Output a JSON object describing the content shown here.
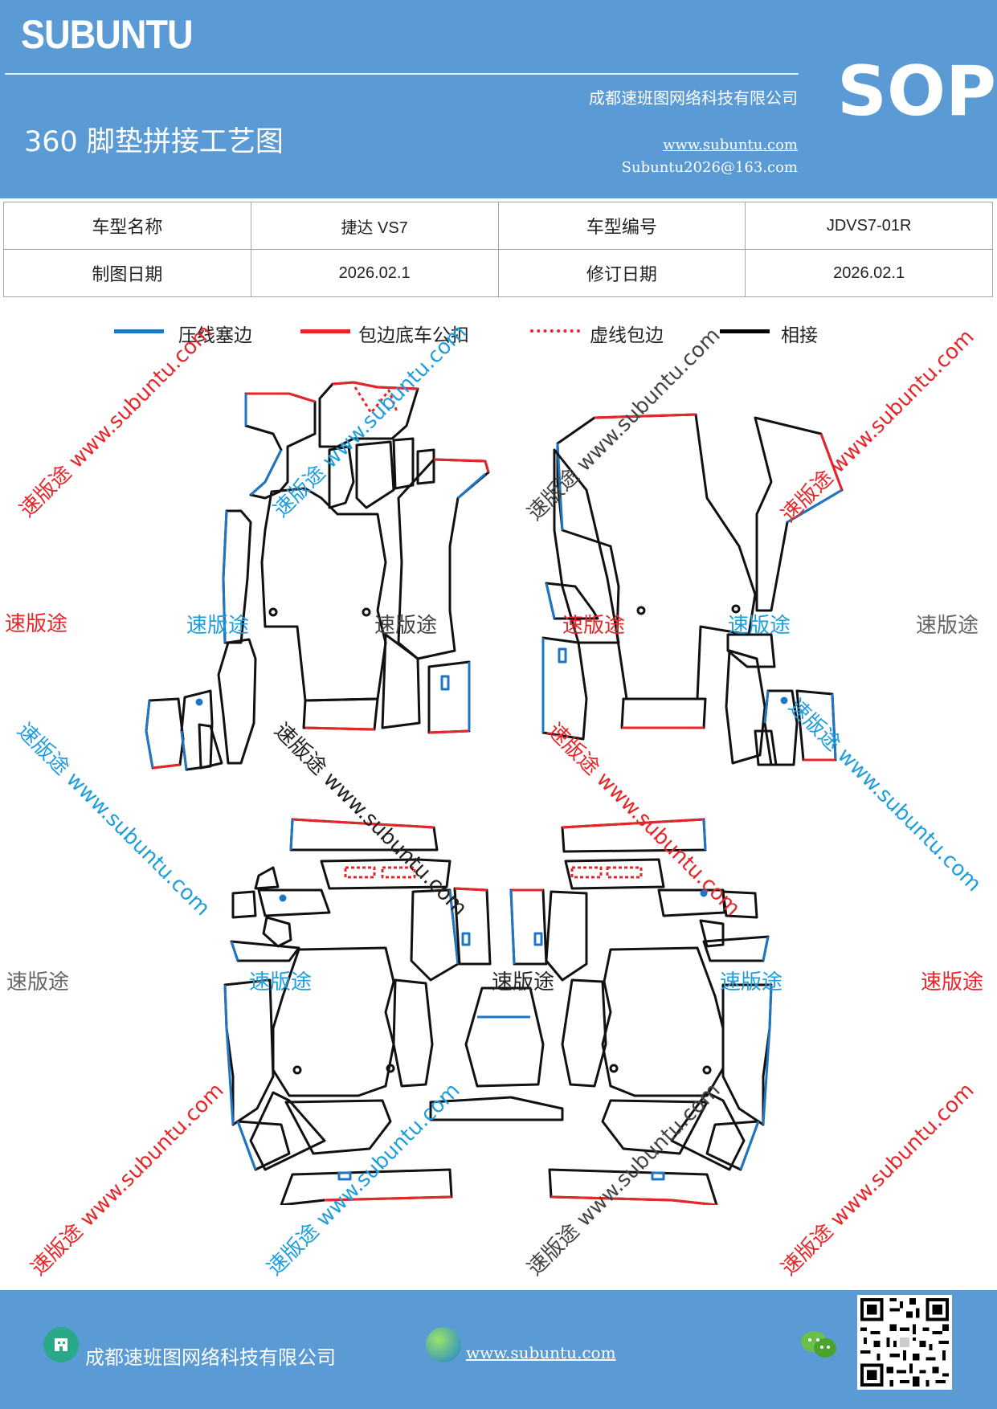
{
  "header": {
    "brand": "SUBUNTU",
    "doc_code": "SOP",
    "title": "360 脚垫拼接工艺图",
    "company": "成都速班图网络科技有限公司",
    "website": "www.subuntu.com",
    "email": "Subuntu2026@163.com",
    "color": "#5b9bd5"
  },
  "info_table": {
    "rows": [
      [
        "车型名称",
        "捷达 VS7",
        "车型编号",
        "JDVS7-01R"
      ],
      [
        "制图日期",
        "2026.02.1",
        "修订日期",
        "2026.02.1"
      ]
    ]
  },
  "legend": [
    {
      "label": "压线塞边",
      "color": "#1f77c4",
      "style": "solid"
    },
    {
      "label": "包边底车公扣",
      "color": "#e8262a",
      "style": "solid"
    },
    {
      "label": "虚线包边",
      "color": "#e8262a",
      "style": "dotted"
    },
    {
      "label": "相接",
      "color": "#000000",
      "style": "solid"
    }
  ],
  "watermarks": {
    "brand": "速版途",
    "site": "www.subuntu.com",
    "diagonal": "速版途 www.subuntu.com"
  },
  "footer": {
    "company": "成都速班图网络科技有限公司",
    "website": "www.subuntu.com "
  }
}
